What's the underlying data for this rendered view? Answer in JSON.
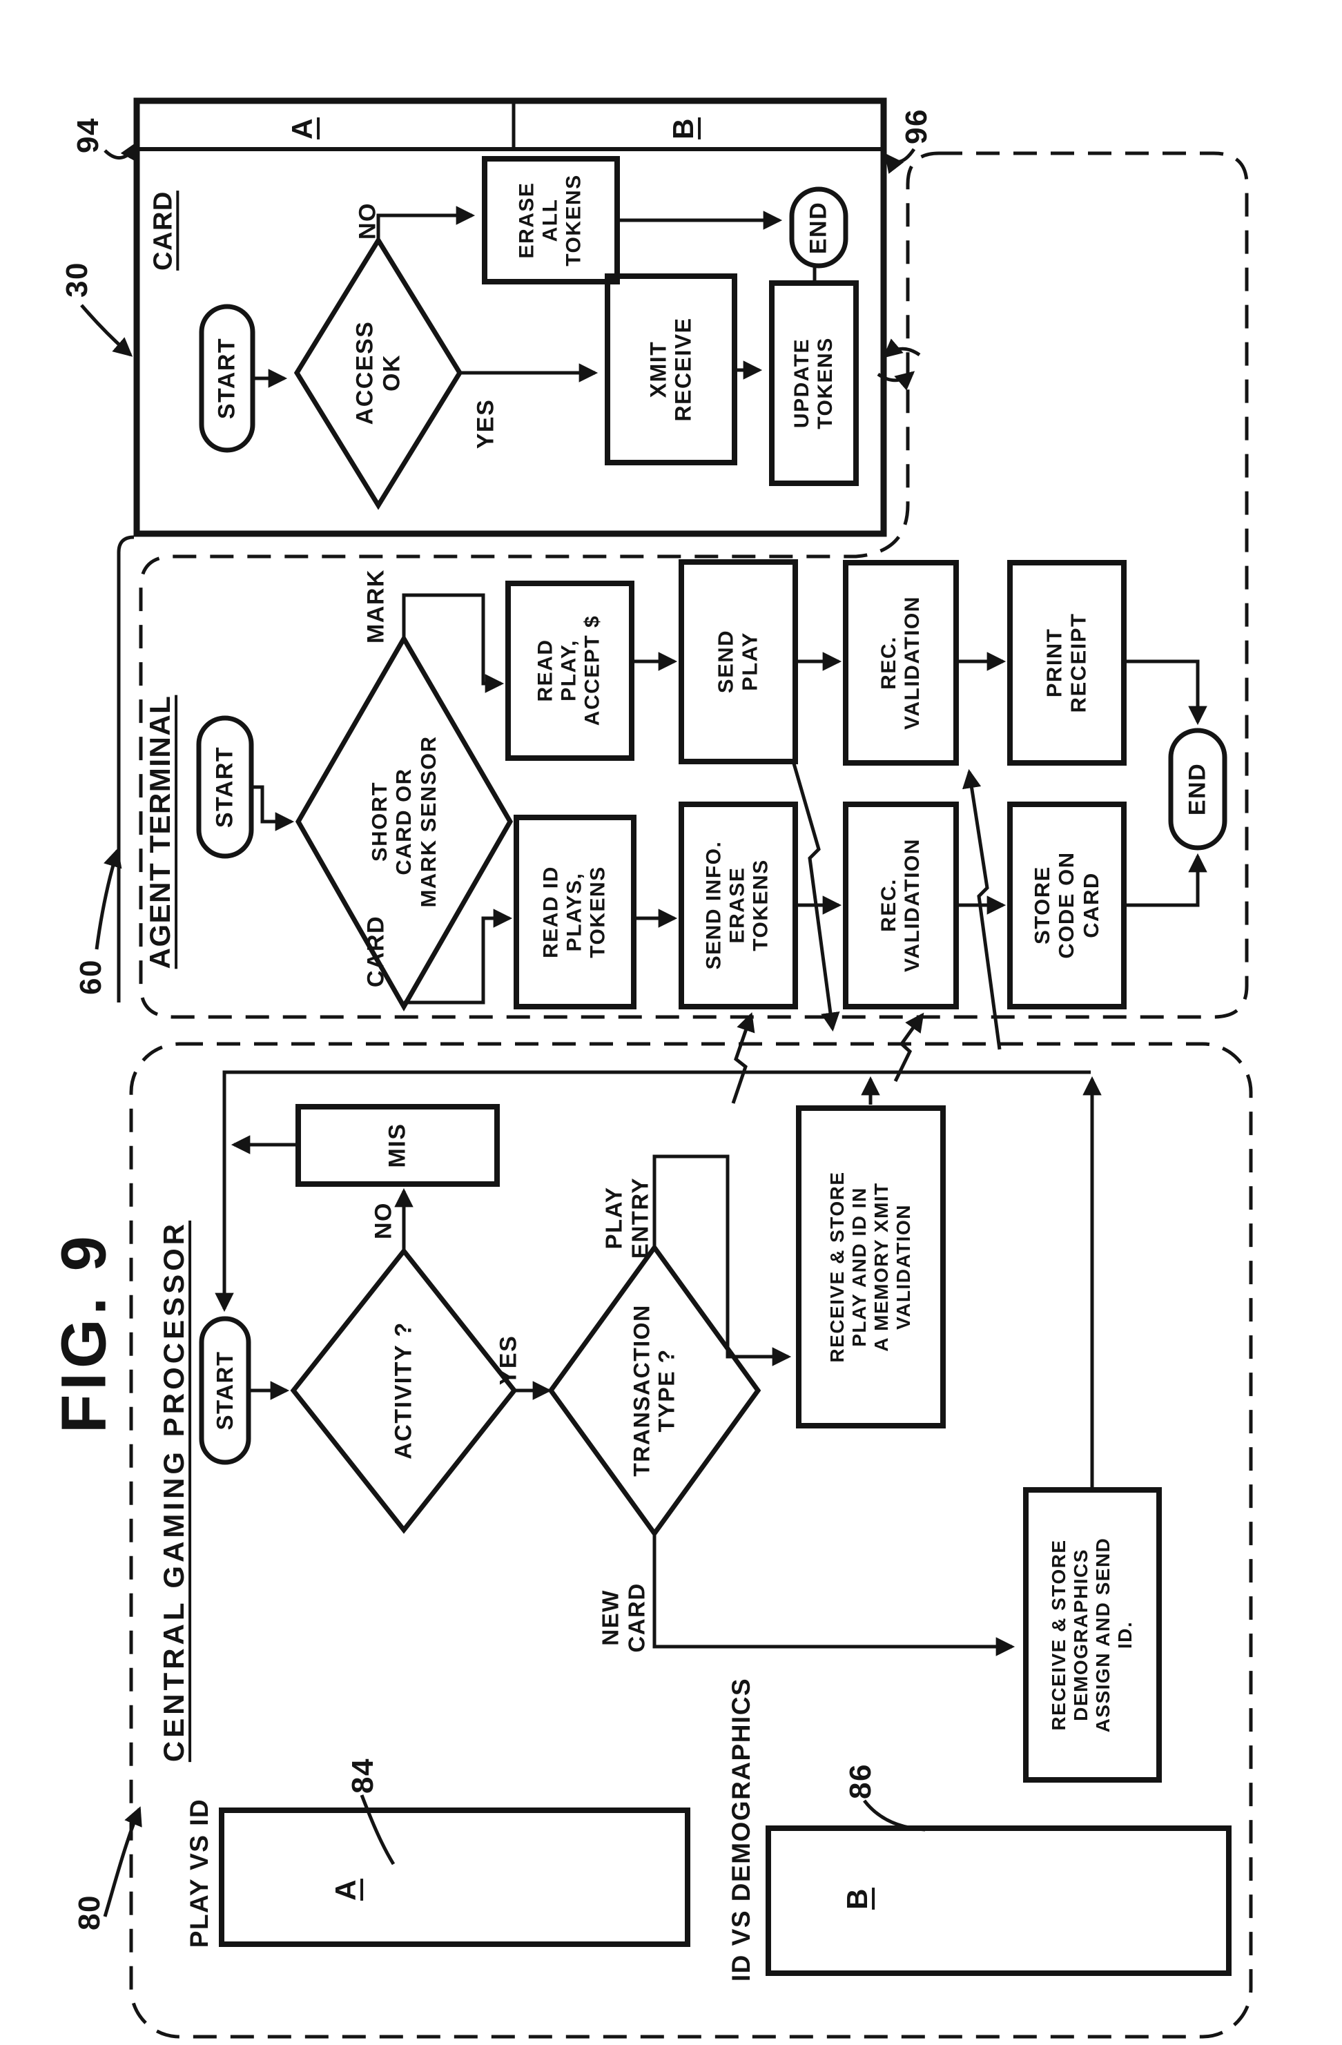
{
  "colors": {
    "ink": "#141414",
    "paper": "#ffffff"
  },
  "figure_label": "FIG. 9",
  "card": {
    "ref": "30",
    "strip_ref_left": "94",
    "strip_ref_right": "96",
    "strip_a": "A",
    "strip_b": "B",
    "title": "CARD",
    "start": "START",
    "decision": "ACCESS\nOK",
    "no": "NO",
    "yes": "YES",
    "erase": "ERASE\nALL\nTOKENS",
    "xmit": "XMIT\nRECEIVE",
    "update": "UPDATE\nTOKENS",
    "end": "END"
  },
  "terminal": {
    "ref": "60",
    "title": "AGENT TERMINAL",
    "start": "START",
    "decision": "SHORT\nCARD OR\nMARK SENSOR",
    "mark": "MARK",
    "card": "CARD",
    "read_play": "READ\nPLAY,\nACCEPT $",
    "read_id": "READ ID\nPLAYS,\nTOKENS",
    "send_play": "SEND\nPLAY",
    "send_info": "SEND INFO.\nERASE\nTOKENS",
    "rec_val_a": "REC.\nVALIDATION",
    "rec_val_b": "REC.\nVALIDATION",
    "print": "PRINT\nRECEIPT",
    "store": "STORE\nCODE ON\nCARD",
    "end": "END"
  },
  "processor": {
    "ref": "80",
    "title": "CENTRAL GAMING PROCESSOR",
    "start": "START",
    "activity": "ACTIVITY ?",
    "no": "NO",
    "yes": "YES",
    "mis": "MIS",
    "transaction": "TRANSACTION\nTYPE ?",
    "play_entry": "PLAY\nENTRY",
    "new_card": "NEW\nCARD",
    "receive_play": "RECEIVE & STORE\nPLAY AND ID IN\nA MEMORY XMIT\nVALIDATION",
    "receive_demo": "RECEIVE & STORE\nDEMOGRAPHICS\nASSIGN AND SEND\nID.",
    "table_a_ref": "84",
    "table_a_letter": "A",
    "table_a_label": "PLAY VS ID",
    "table_b_ref": "86",
    "table_b_letter": "B",
    "table_b_label": "ID VS DEMOGRAPHICS"
  }
}
